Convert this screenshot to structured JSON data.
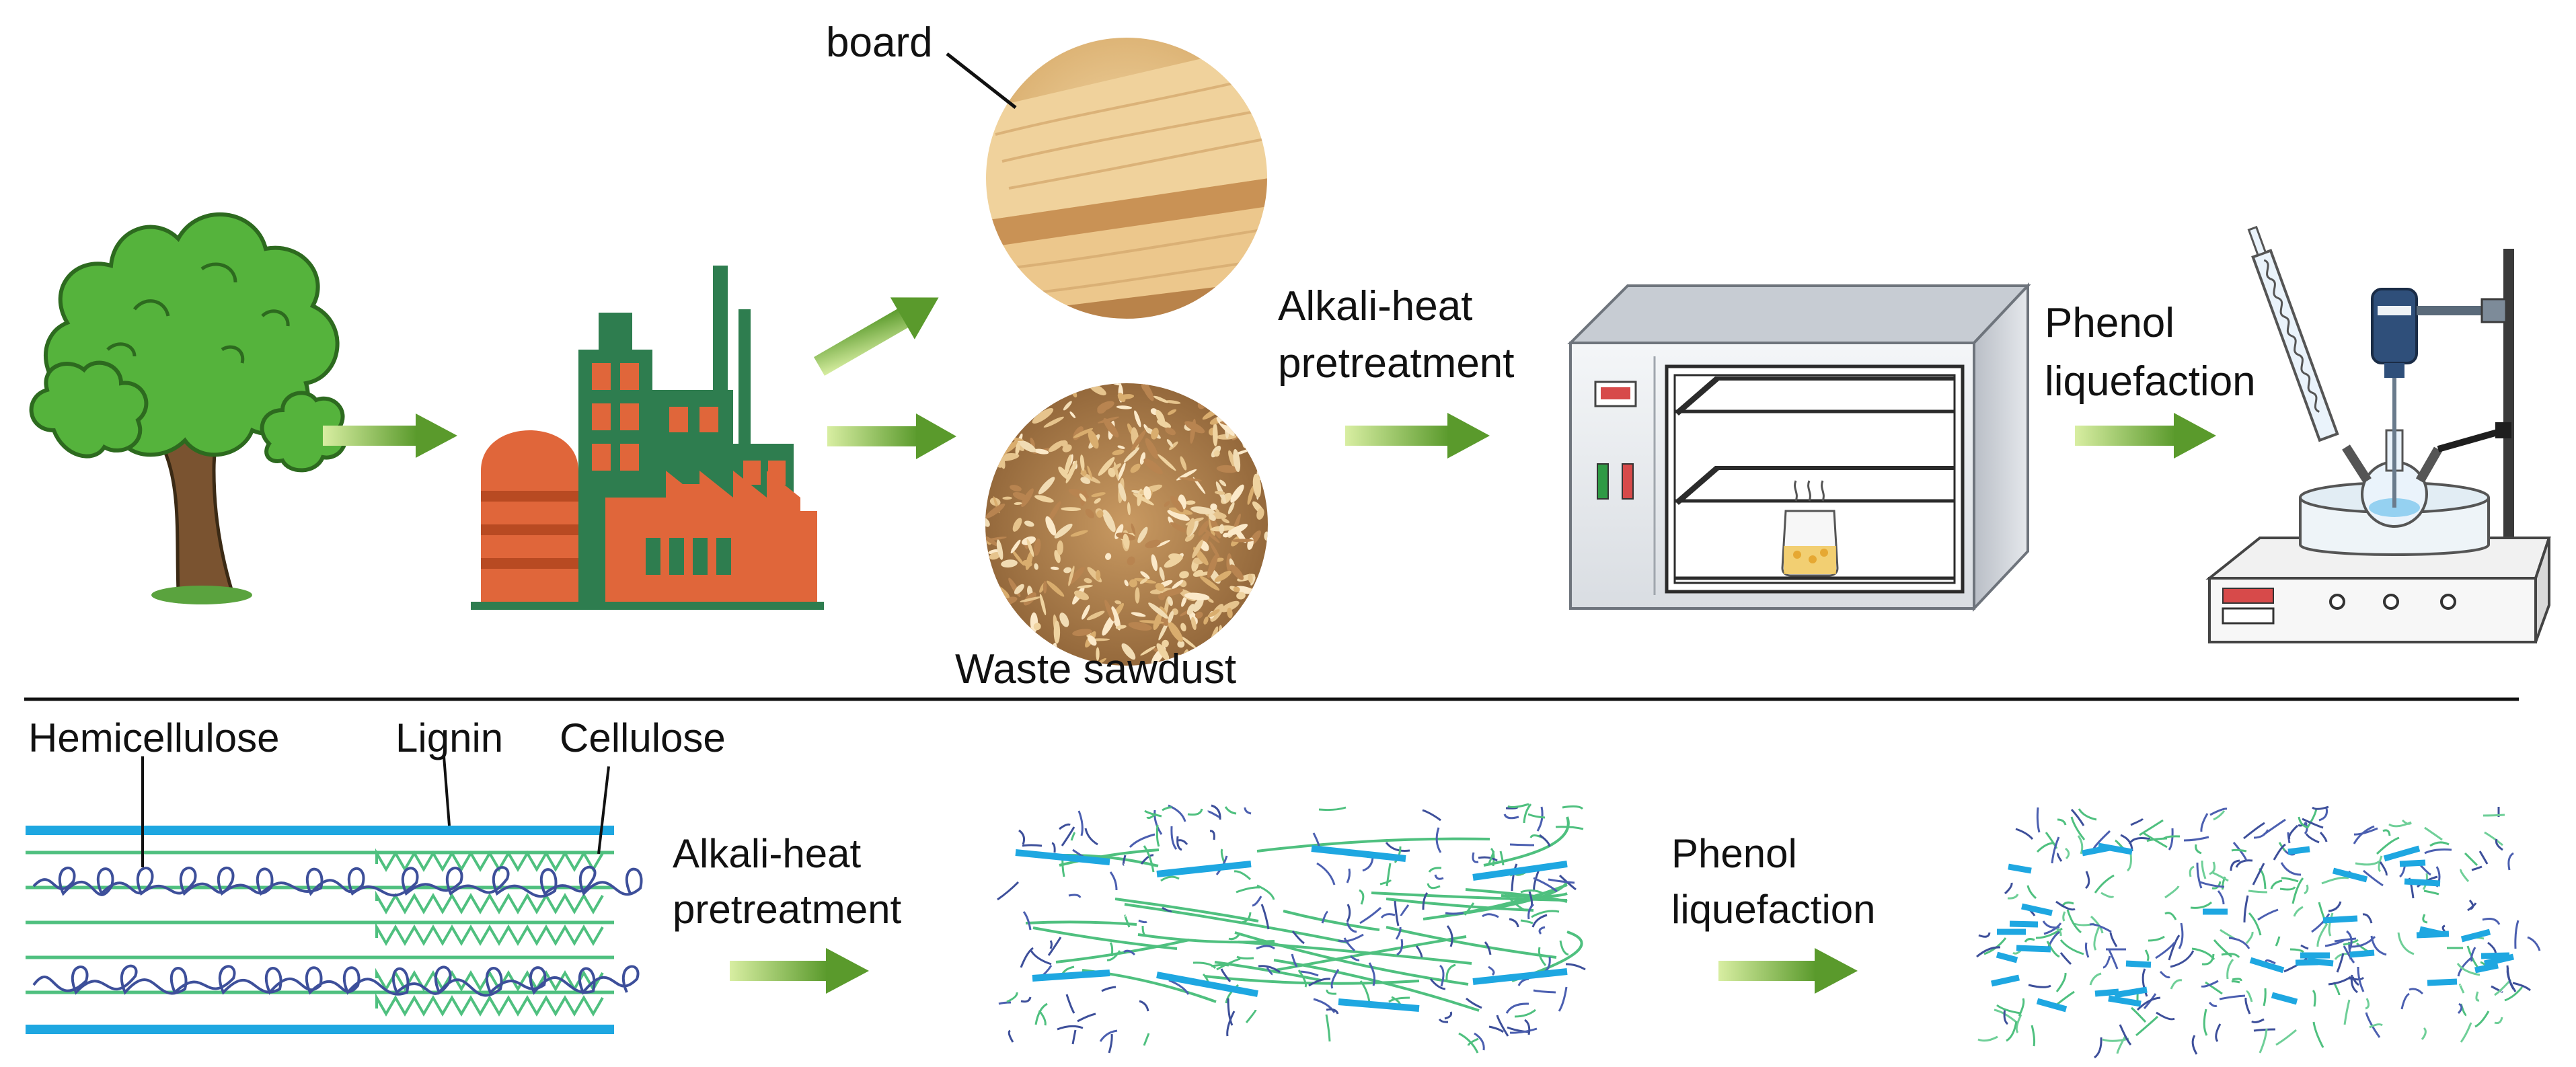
{
  "labels": {
    "board": "board",
    "waste_sawdust": "Waste sawdust",
    "alkali_line1": "Alkali-heat",
    "alkali_line2": "pretreatment",
    "phenol_line1": "Phenol",
    "phenol_line2": "liquefaction",
    "hemicellulose": "Hemicellulose",
    "lignin": "Lignin",
    "cellulose": "Cellulose",
    "alkali2_line1": "Alkali-heat",
    "alkali2_line2": "pretreatment",
    "phenol2_line1": "Phenol",
    "phenol2_line2": "liquefaction"
  },
  "icons": [
    "tree-icon",
    "factory-icon",
    "wood-board-icon",
    "sawdust-icon",
    "oven-icon",
    "reactor-icon"
  ],
  "colors": {
    "arrow_start": "#d4ec9c",
    "arrow_end": "#5a9a2c",
    "cellulose_blue": "#1ea7e1",
    "hemicellulose_navy": "#3d4f9a",
    "lignin_green": "#4fc07f",
    "tree_green": "#4caf3c",
    "factory_green": "#2e7d4f",
    "factory_orange": "#e0663a"
  }
}
